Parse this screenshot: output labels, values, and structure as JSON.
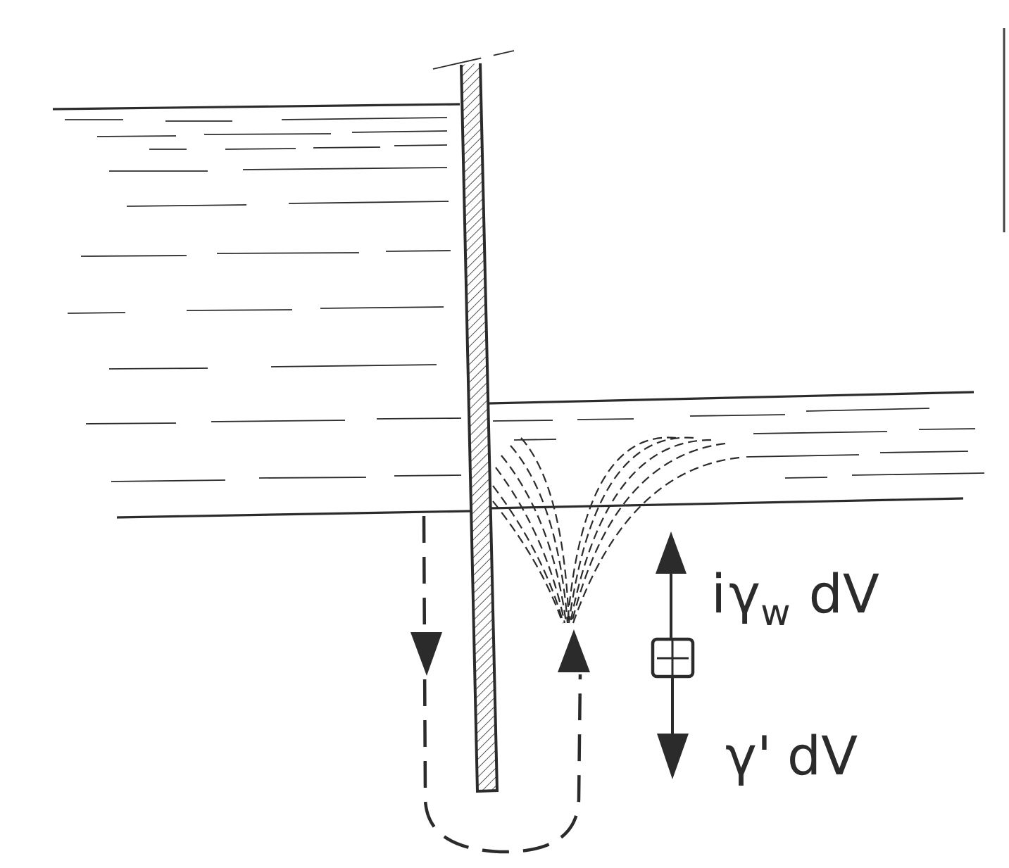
{
  "labels": {
    "seepage_force": "iγw dV",
    "seepage_force_parts": {
      "i": "i",
      "gamma": "γ",
      "sub": "w",
      "dv": "dV"
    },
    "buoyant_weight": "γ' dV",
    "buoyant_weight_parts": {
      "gamma": "γ'",
      "dv": "dV"
    }
  },
  "colors": {
    "ink": "#2b2b2b",
    "background": "#ffffff"
  }
}
